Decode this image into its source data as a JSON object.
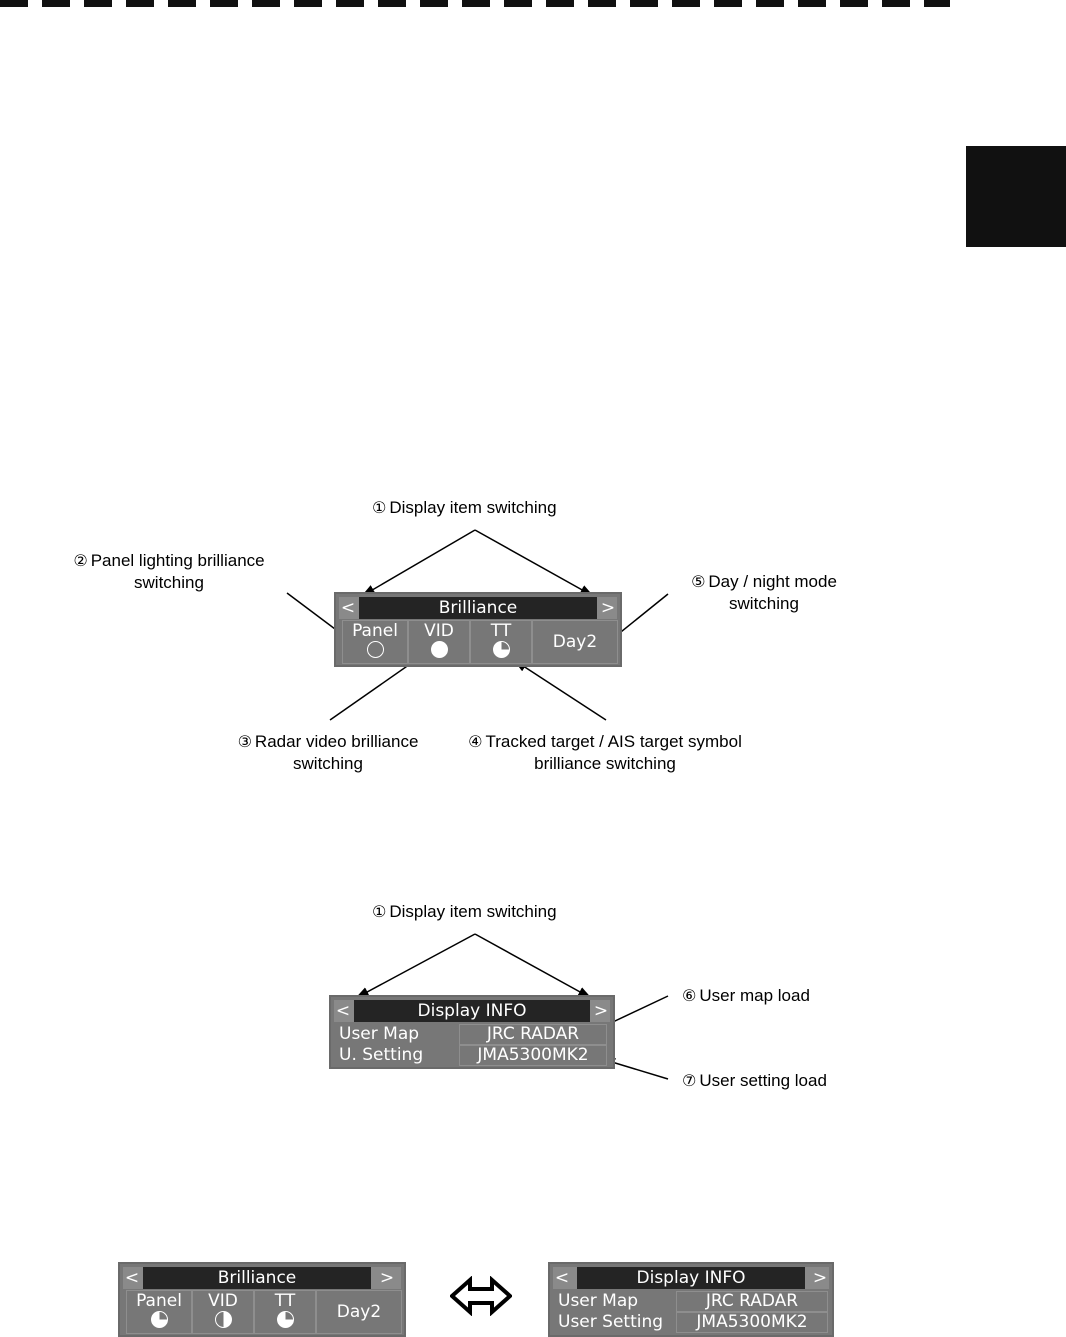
{
  "figure1": {
    "panel": {
      "prev": "<",
      "next": ">",
      "title": "Brilliance",
      "cells": [
        {
          "label": "Panel",
          "indicator": "empty-circle-icon"
        },
        {
          "label": "VID",
          "indicator": "full-circle-icon"
        },
        {
          "label": "TT",
          "indicator": "three-quarter-circle-icon"
        },
        {
          "label": "Day2"
        }
      ]
    },
    "callouts": {
      "c1": {
        "num": "①",
        "text": "Display item switching"
      },
      "c2": {
        "num": "②",
        "line1": "Panel lighting brilliance",
        "line2": "switching"
      },
      "c3": {
        "num": "③",
        "line1": "Radar video brilliance",
        "line2": "switching"
      },
      "c4": {
        "num": "④",
        "line1": "Tracked target / AIS target symbol",
        "line2": "brilliance switching"
      },
      "c5": {
        "num": "⑤",
        "line1": "Day / night mode",
        "line2": "switching"
      }
    }
  },
  "figure2": {
    "panel": {
      "prev": "<",
      "next": ">",
      "title": "Display INFO",
      "rows": [
        {
          "label": "User Map",
          "value": "JRC RADAR"
        },
        {
          "label": "U. Setting",
          "value": "JMA5300MK2"
        }
      ]
    },
    "callouts": {
      "c1": {
        "num": "①",
        "text": "Display item switching"
      },
      "c6": {
        "num": "⑥",
        "text": "User map load"
      },
      "c7": {
        "num": "⑦",
        "text": "User setting load"
      }
    }
  },
  "figure3": {
    "left": {
      "prev": "<",
      "next": ">",
      "title": "Brilliance",
      "cells": [
        {
          "label": "Panel",
          "indicator": "three-quarter-circle-icon"
        },
        {
          "label": "VID",
          "indicator": "half-circle-icon"
        },
        {
          "label": "TT",
          "indicator": "three-quarter-circle-icon"
        },
        {
          "label": "Day2"
        }
      ]
    },
    "toggle_icon": "double-arrow-icon",
    "right": {
      "prev": "<",
      "next": ">",
      "title": "Display INFO",
      "rows": [
        {
          "label": "User Map",
          "value": "JRC RADAR"
        },
        {
          "label": "User Setting",
          "value": "JMA5300MK2"
        }
      ]
    }
  }
}
